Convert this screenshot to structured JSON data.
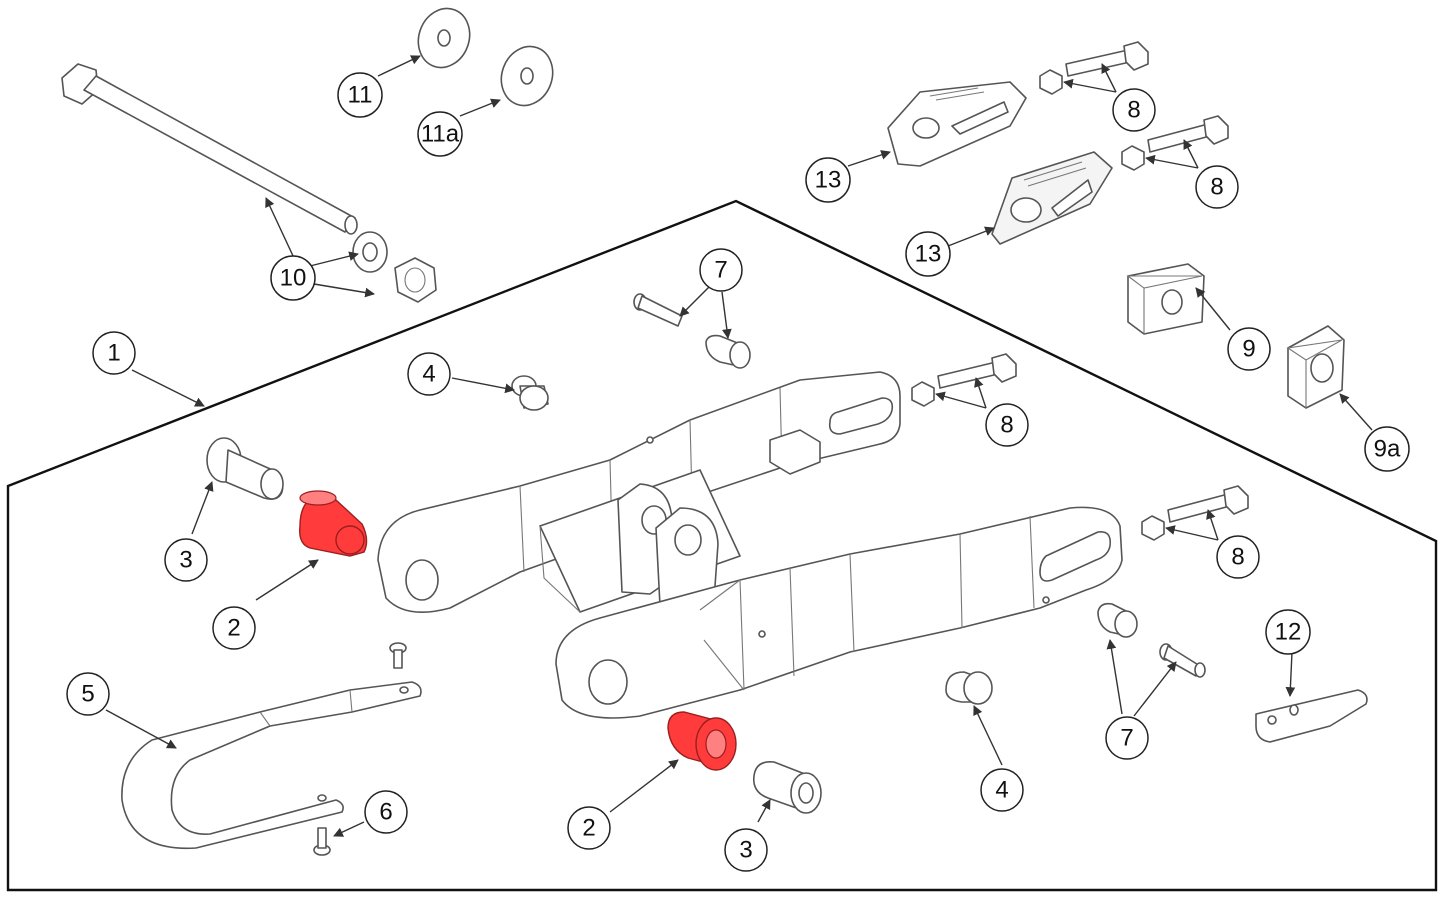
{
  "callouts": [
    {
      "id": "c1",
      "label": "1"
    },
    {
      "id": "c2a",
      "label": "2"
    },
    {
      "id": "c2b",
      "label": "2"
    },
    {
      "id": "c3a",
      "label": "3"
    },
    {
      "id": "c3b",
      "label": "3"
    },
    {
      "id": "c4a",
      "label": "4"
    },
    {
      "id": "c4b",
      "label": "4"
    },
    {
      "id": "c5",
      "label": "5"
    },
    {
      "id": "c6",
      "label": "6"
    },
    {
      "id": "c7a",
      "label": "7"
    },
    {
      "id": "c7b",
      "label": "7"
    },
    {
      "id": "c8a",
      "label": "8"
    },
    {
      "id": "c8b",
      "label": "8"
    },
    {
      "id": "c8c",
      "label": "8"
    },
    {
      "id": "c8d",
      "label": "8"
    },
    {
      "id": "c9",
      "label": "9"
    },
    {
      "id": "c9a",
      "label": "9a"
    },
    {
      "id": "c10",
      "label": "10"
    },
    {
      "id": "c11",
      "label": "11"
    },
    {
      "id": "c11a",
      "label": "11a"
    },
    {
      "id": "c12",
      "label": "12"
    },
    {
      "id": "c13a",
      "label": "13"
    },
    {
      "id": "c13b",
      "label": "13"
    }
  ],
  "colors": {
    "highlight": "#ff3b3b",
    "line": "#555555",
    "boundary": "#111111"
  }
}
